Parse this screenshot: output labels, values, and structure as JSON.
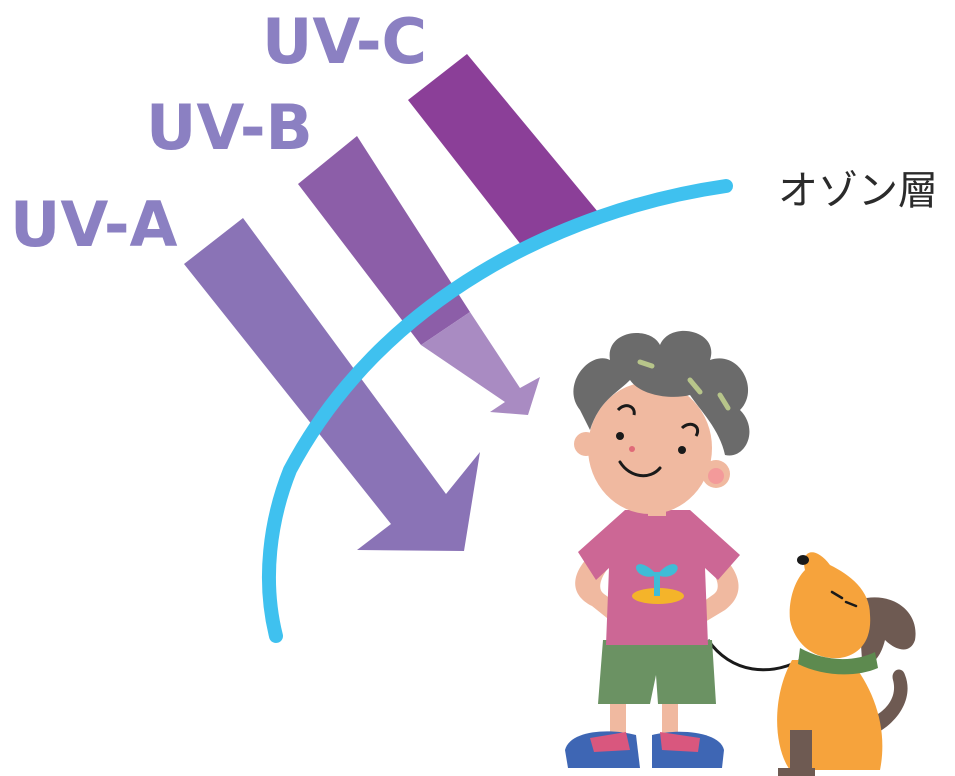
{
  "diagram": {
    "labels": {
      "uv_c": "UV-C",
      "uv_b": "UV-B",
      "uv_a": "UV-A",
      "ozone_layer": "オゾン層"
    },
    "colors": {
      "uv_a": "#8a73b6",
      "uv_b_upper": "#8c5ea8",
      "uv_b_lower": "#a98bc2",
      "uv_c": "#8b3f98",
      "ozone": "#3fc1ef",
      "label": "#8b80c2"
    },
    "illustration": {
      "child": "child-illustration",
      "dog": "dog-illustration"
    }
  }
}
